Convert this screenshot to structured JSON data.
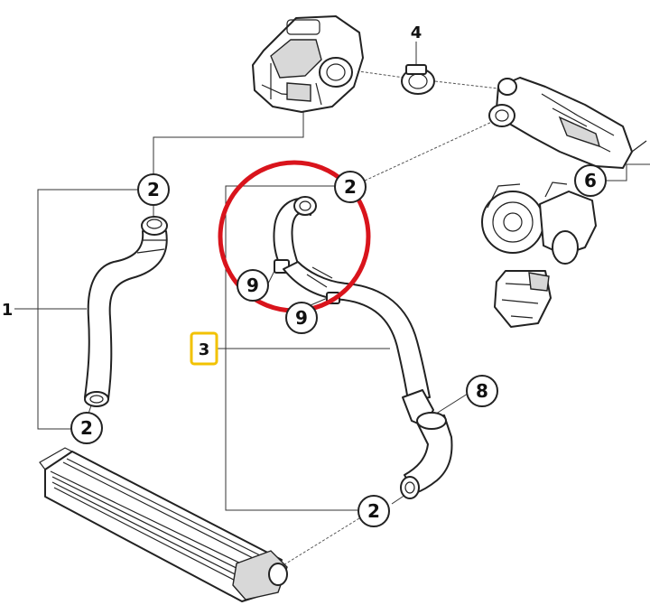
{
  "callouts": {
    "label_1": "1",
    "label_2": "2",
    "label_3": "3",
    "label_4": "4",
    "label_6": "6",
    "label_8": "8",
    "label_9": "9"
  },
  "colors": {
    "highlight_circle": "#d9141c",
    "highlight_box": "#f2c200",
    "ink": "#222222"
  }
}
